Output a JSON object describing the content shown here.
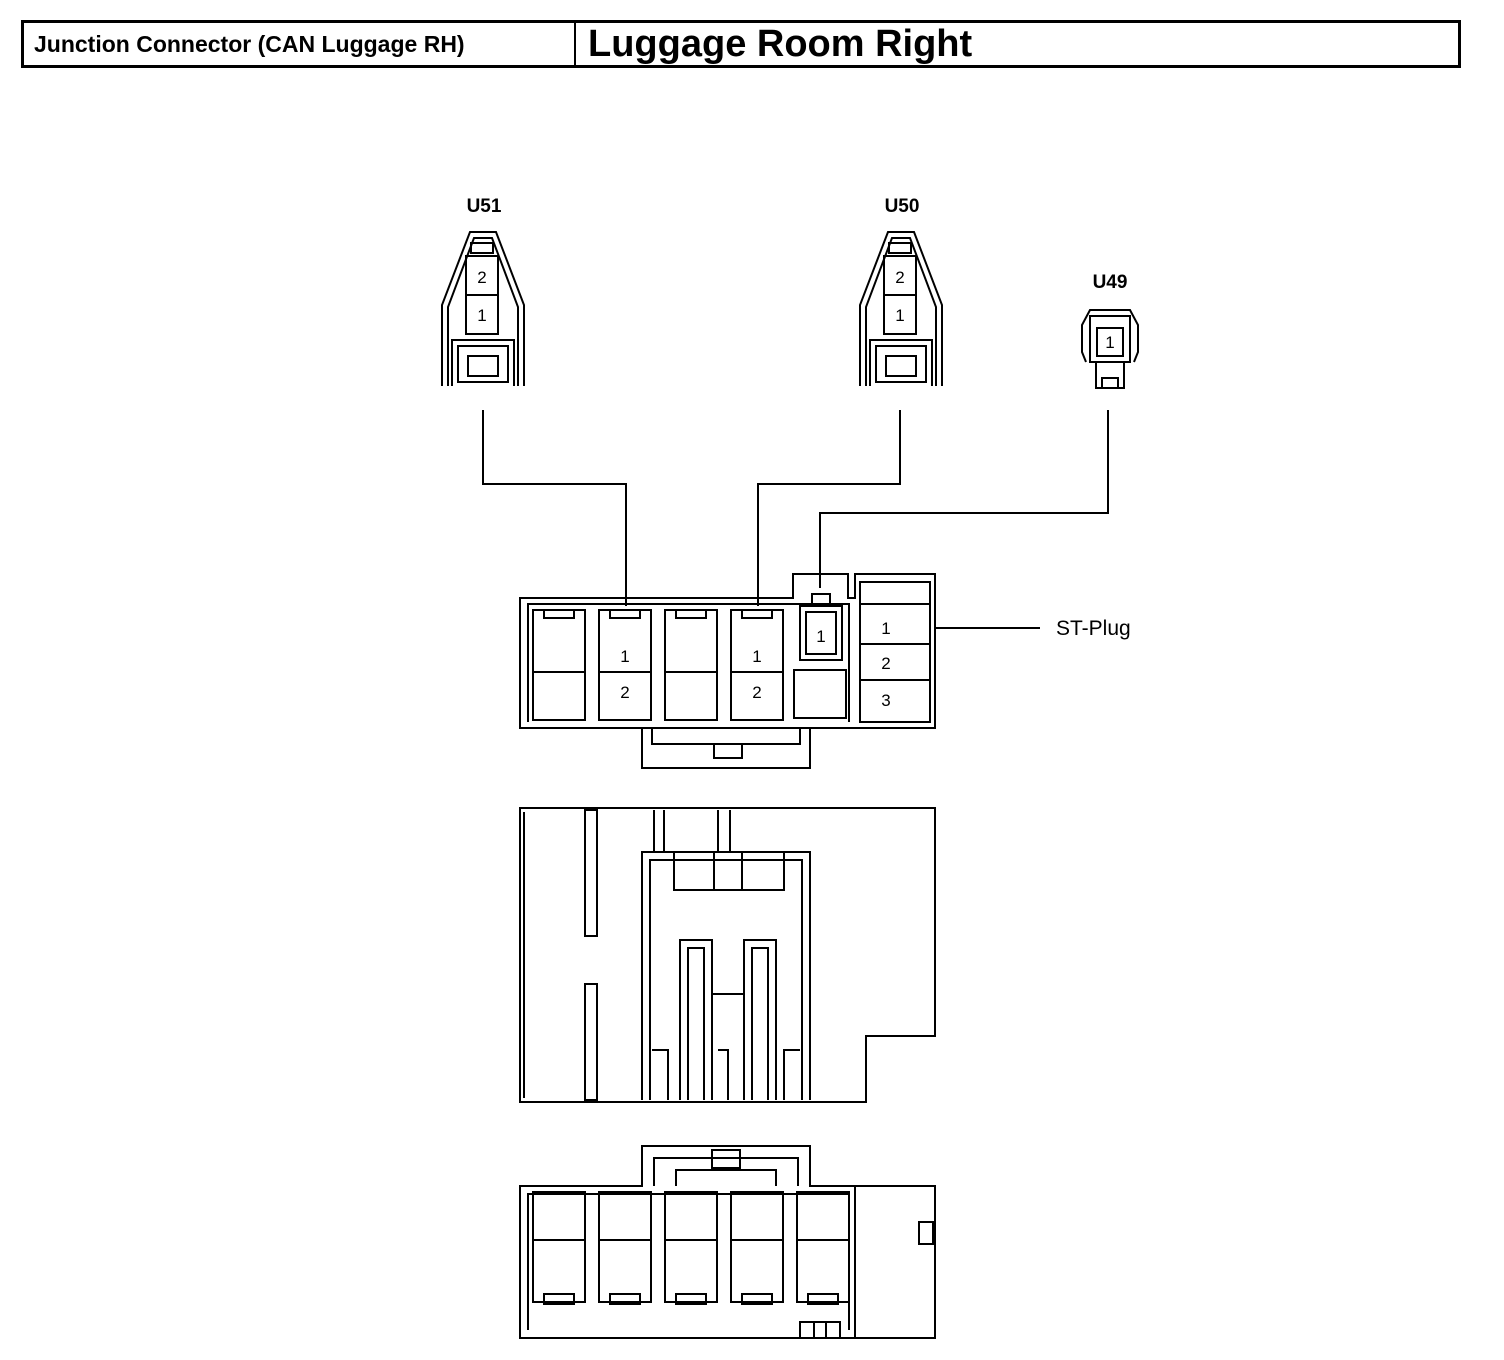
{
  "header": {
    "connector_title": "Junction Connector (CAN Luggage RH)",
    "location": "Luggage Room Right"
  },
  "connectors": {
    "u51": {
      "name": "U51",
      "pins": [
        "2",
        "1"
      ]
    },
    "u50": {
      "name": "U50",
      "pins": [
        "2",
        "1"
      ]
    },
    "u49": {
      "name": "U49",
      "pins": [
        "1"
      ]
    }
  },
  "junction": {
    "cavity_a_pins": [
      "1",
      "2"
    ],
    "cavity_b_pins": [
      "1",
      "2"
    ],
    "cavity_c_pin": "1",
    "st_plug": {
      "label": "ST-Plug",
      "pins": [
        "1",
        "2",
        "3"
      ]
    }
  }
}
